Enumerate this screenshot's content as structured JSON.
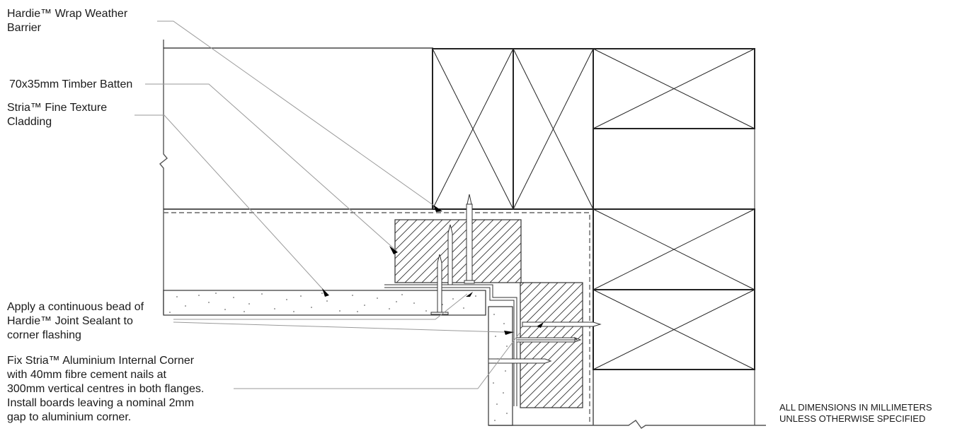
{
  "diagram": {
    "type": "architectural-section-detail",
    "subject": "Internal corner cladding detail"
  },
  "labels": {
    "wrap": "Hardie™ Wrap Weather\nBarrier",
    "batten": "70x35mm Timber Batten",
    "cladding": "Stria™ Fine Texture\nCladding",
    "sealant": "Apply a continuous bead of\nHardie™ Joint Sealant to\ncorner flashing",
    "corner": "Fix Stria™ Aluminium Internal Corner\nwith 40mm fibre cement nails at\n300mm vertical centres in both flanges.\nInstall boards leaving a nominal 2mm\ngap to aluminium corner."
  },
  "note": {
    "dimensions": "ALL DIMENSIONS IN MILLIMETERS\nUNLESS OTHERWISE SPECIFIED"
  },
  "colors": {
    "line": "#222222",
    "leader": "#9a9a9a",
    "dashed": "#666666",
    "hatch": "#333333"
  }
}
